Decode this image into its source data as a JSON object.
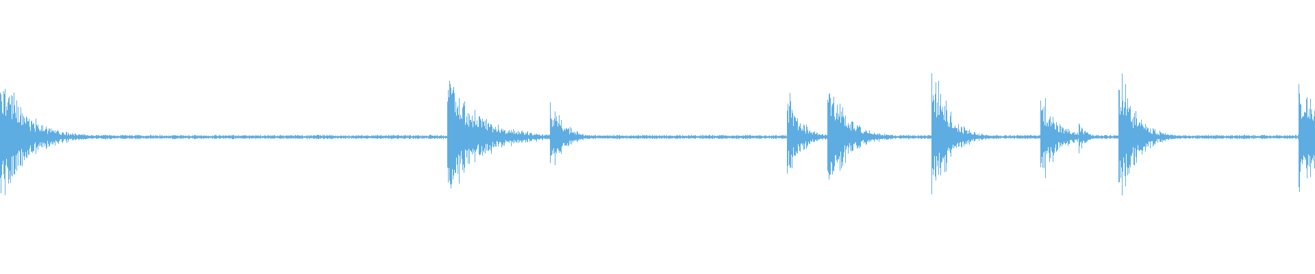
{
  "waveform": {
    "color": "#5dade2",
    "baseline_amplitude": 0.02,
    "bursts": [
      {
        "position": 0.0,
        "peak": 0.85,
        "decay": 0.02
      },
      {
        "position": 0.341,
        "peak": 0.75,
        "decay": 0.025
      },
      {
        "position": 0.419,
        "peak": 0.48,
        "decay": 0.01
      },
      {
        "position": 0.599,
        "peak": 0.6,
        "decay": 0.01
      },
      {
        "position": 0.63,
        "peak": 0.7,
        "decay": 0.015
      },
      {
        "position": 0.709,
        "peak": 0.95,
        "decay": 0.012
      },
      {
        "position": 0.792,
        "peak": 0.58,
        "decay": 0.012
      },
      {
        "position": 0.821,
        "peak": 0.2,
        "decay": 0.005
      },
      {
        "position": 0.851,
        "peak": 0.95,
        "decay": 0.012
      },
      {
        "position": 0.988,
        "peak": 0.82,
        "decay": 0.015
      }
    ]
  }
}
